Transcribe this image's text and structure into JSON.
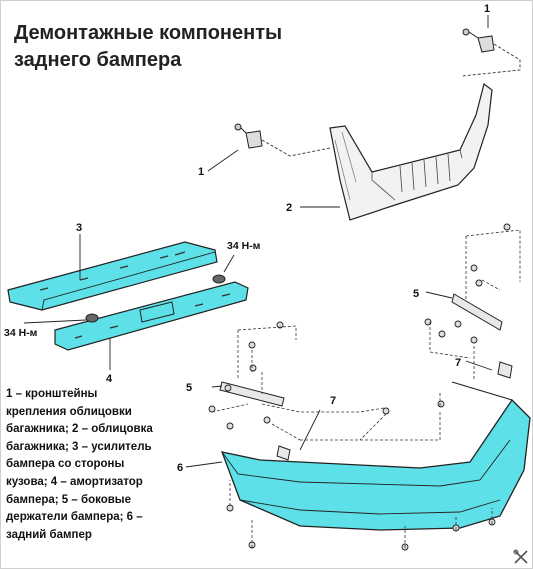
{
  "title": {
    "line1": "Демонтажные компоненты",
    "line2": "заднего бампера"
  },
  "legend_lines": [
    "1 – кронштейны",
    "крепления облицовки",
    "багажника; 2 – облицовка",
    "багажника; 3 – усилитель",
    "бампера со стороны",
    "кузова; 4 – амортизатор",
    "бампера; 5 – боковые",
    "держатели бампера; 6 –",
    "задний бампер"
  ],
  "callouts": {
    "c1_top": "1",
    "c1_mid": "1",
    "c2": "2",
    "c3": "3",
    "c4": "4",
    "c5_left": "5",
    "c5_right": "5",
    "c6": "6",
    "c7_left": "7",
    "c7_right": "7"
  },
  "torque": {
    "upper": "34 Н-м",
    "lower": "34 Н-м"
  },
  "colors": {
    "part_fill": "#5ee0e8",
    "line": "#222222",
    "dashed": "#333333"
  }
}
